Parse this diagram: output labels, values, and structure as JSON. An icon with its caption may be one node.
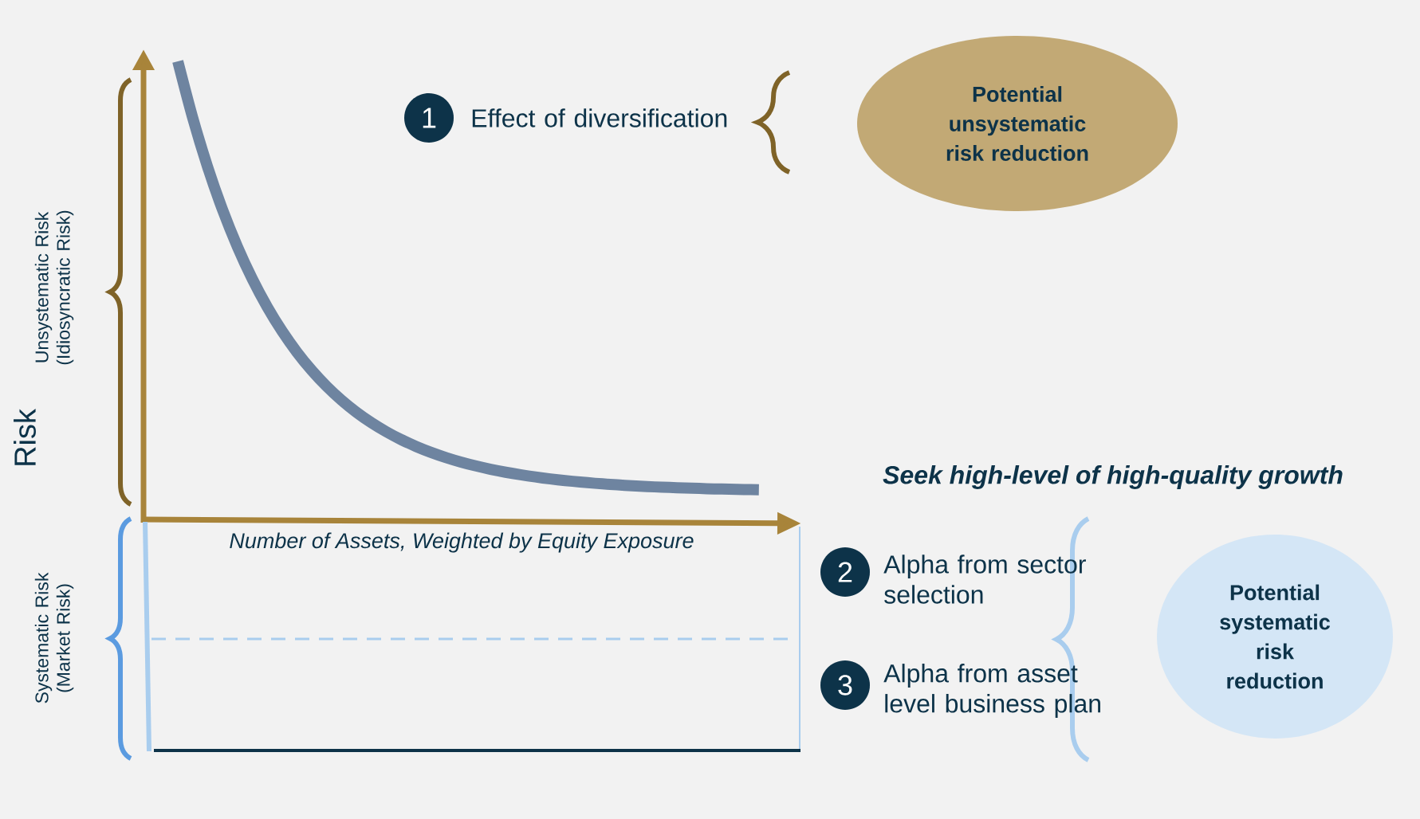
{
  "diagram": {
    "nodes": [
      {
        "text": [
          "1"
        ],
        "beside": [
          "Effect of diversification"
        ]
      },
      {
        "text": [
          "Potential unsystematic risk reduction"
        ]
      },
      {
        "text": [
          "2"
        ],
        "beside": [
          "Alpha from sector selection"
        ]
      },
      {
        "text": [
          "3"
        ],
        "beside": [
          "Alpha from asset level business plan"
        ]
      },
      {
        "text": [
          "Potential systematic risk reduction"
        ]
      }
    ],
    "labels": [
      "Unsystematic Risk (Idiosyncratic Risk)",
      "Risk",
      "Number of Assets, Weighted by Equity Exposure",
      "Seek high-level of high-quality growth",
      "Systematic Risk (Market Risk)"
    ]
  }
}
